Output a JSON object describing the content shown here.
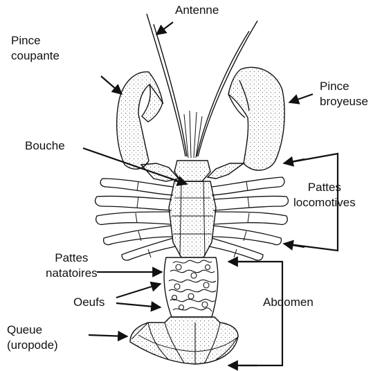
{
  "diagram": {
    "colors": {
      "ink": "#111111",
      "stipple": "#555555",
      "background": "#ffffff"
    },
    "labels": {
      "antenne": "Antenne",
      "pince_coupante": [
        "Pince",
        "coupante"
      ],
      "pince_broyeuse": [
        "Pince",
        "broyeuse"
      ],
      "bouche": "Bouche",
      "pattes_locomotives": [
        "Pattes",
        "locomotives"
      ],
      "pattes_natatoires": [
        "Pattes",
        "natatoires"
      ],
      "oeufs": "Oeufs",
      "abdomen": "Abdomen",
      "queue": [
        "Queue",
        "(uropode)"
      ]
    }
  }
}
